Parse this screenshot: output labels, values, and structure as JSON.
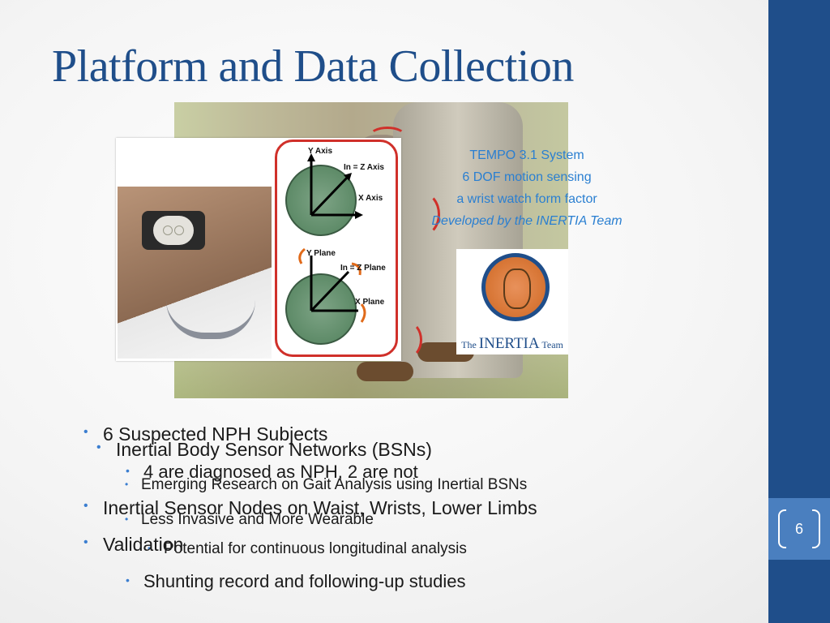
{
  "slide": {
    "title": "Platform and Data Collection",
    "page_number": "6"
  },
  "figure": {
    "caption_lines": [
      "TEMPO 3.1 System",
      "6 DOF motion sensing",
      "a wrist watch form factor",
      "Developed by the INERTIA Team"
    ],
    "axis_labels": {
      "y_axis": "Y Axis",
      "z_axis": "In = Z Axis",
      "x_axis": "X Axis",
      "y_plane": "Y Plane",
      "z_plane": "In = Z Plane",
      "x_plane": "X Plane"
    },
    "logo": {
      "prefix": "The",
      "name": "INERTIA",
      "suffix": "Team"
    }
  },
  "bullets_front": [
    {
      "level": 1,
      "text": "6  Suspected NPH Subjects"
    },
    {
      "level": 2,
      "text": "4 are diagnosed as NPH, 2 are not"
    },
    {
      "level": 1,
      "text": "Inertial Sensor Nodes on Waist, Wrists, Lower Limbs"
    },
    {
      "level": 1,
      "text": "Validation"
    },
    {
      "level": 2,
      "text": "Shunting record and following-up studies"
    }
  ],
  "bullets_behind": [
    {
      "level": 1,
      "text": "Inertial Body Sensor Networks (BSNs)"
    },
    {
      "level": 3,
      "text": "Emerging Research on Gait Analysis using Inertial BSNs"
    },
    {
      "level": 3,
      "text": "Less Invasive and More Wearable"
    },
    {
      "level": 3,
      "text": "Potential for continuous longitudinal analysis"
    }
  ],
  "colors": {
    "title": "#1f4e8a",
    "sidebar": "#1f4e8a",
    "page_badge": "#4a7fbf",
    "bullet_dot": "#3b7ed0",
    "caption": "#2a7fd1",
    "highlight_red": "#d0302a"
  }
}
